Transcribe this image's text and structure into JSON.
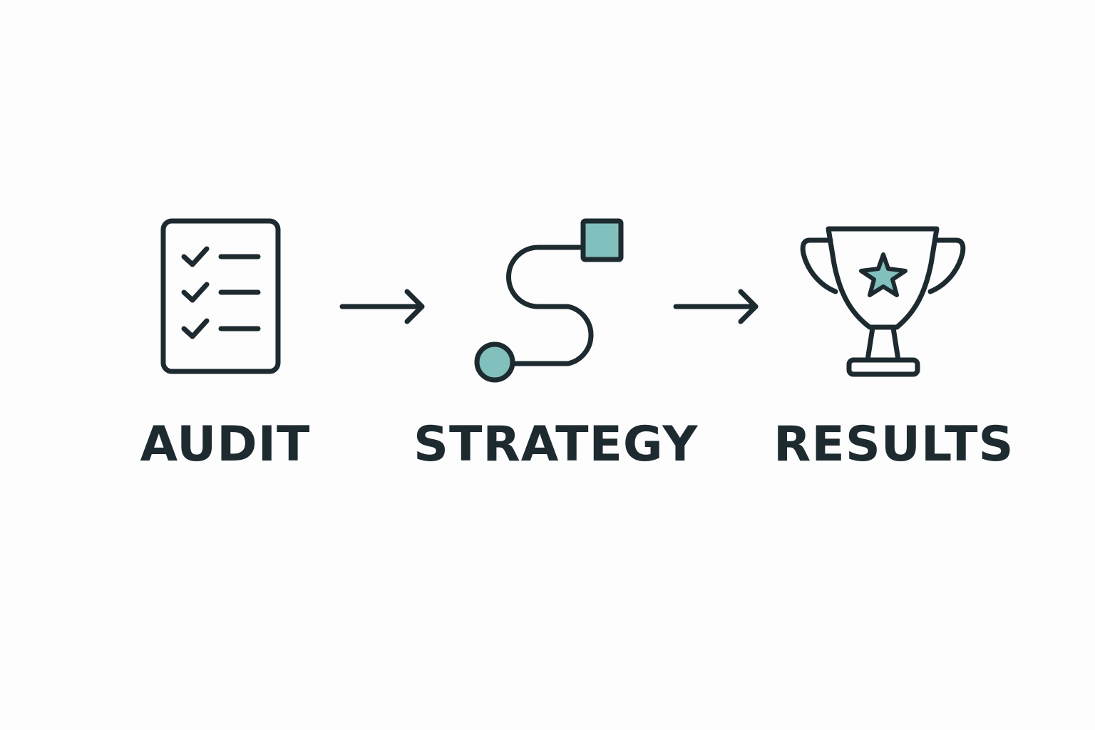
{
  "steps": [
    {
      "label": "AUDIT",
      "icon": "checklist-icon"
    },
    {
      "label": "STRATEGY",
      "icon": "path-icon"
    },
    {
      "label": "RESULTS",
      "icon": "trophy-icon"
    }
  ],
  "colors": {
    "stroke": "#1d2a30",
    "accent": "#82c0bd",
    "background": "#fdfdfd"
  }
}
